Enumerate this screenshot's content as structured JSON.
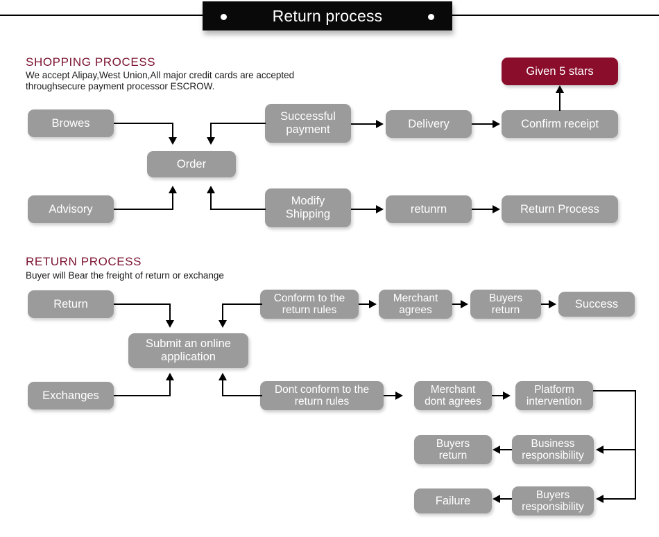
{
  "banner": {
    "title": "Return process",
    "dot_left": "banner-dot-left",
    "dot_right": "banner-dot-right"
  },
  "shopping": {
    "heading": "SHOPPING PROCESS",
    "note": "We accept Alipay,West Union,All major credit cards are accepted\nthroughsecure payment processor ESCROW.",
    "nodes": {
      "browes": "Browes",
      "order": "Order",
      "advisory": "Advisory",
      "successful_payment": "Successful\npayment",
      "modify_shipping": "Modify\nShipping",
      "delivery": "Delivery",
      "returnr": "retunrn",
      "confirm_receipt": "Confirm receipt",
      "return_process": "Return Process",
      "given_5_stars": "Given 5 stars"
    }
  },
  "returns": {
    "heading": "RETURN PROCESS",
    "note": "Buyer will Bear the freight of return or exchange",
    "nodes": {
      "return": "Return",
      "exchanges": "Exchanges",
      "submit_online_application": "Submit an online\napplication",
      "conform_rules": "Conform to the\nreturn rules",
      "dont_conform_rules": "Dont conform to the\nreturn rules",
      "merchant_agrees": "Merchant\nagrees",
      "merchant_dont_agrees": "Merchant\ndont agrees",
      "buyers_return_top": "Buyers\nreturn",
      "success": "Success",
      "platform_intervention": "Platform\nintervention",
      "business_responsibility": "Business\nresponsibility",
      "buyers_responsibility": "Buyers\nresponsibility",
      "buyers_return_mid": "Buyers\nreturn",
      "failure": "Failure"
    }
  },
  "colors": {
    "node_gray": "#9b9b9b",
    "accent_crimson": "#8b0d2c",
    "heading_crimson": "#7b1030",
    "banner_black": "#090909",
    "connector_black": "#000000",
    "page_background": "#ffffff"
  }
}
